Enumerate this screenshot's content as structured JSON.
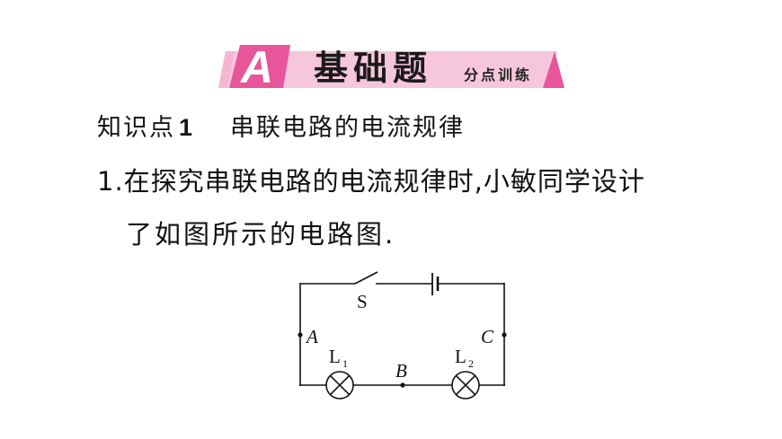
{
  "banner": {
    "letter": "A",
    "title": "基础题",
    "subtitle": "分点训练",
    "colors": {
      "dark_pink": "#e8559a",
      "light_pink": "#f6c6dd",
      "strip_pink": "#f4b6d2"
    }
  },
  "knowledge_point": {
    "label": "知识点",
    "number": "1",
    "title": "串联电路的电流规律"
  },
  "question": {
    "number": "1.",
    "line1": "在探究串联电路的电流规律时,小敏同学设计",
    "line2": "了如图所示的电路图."
  },
  "circuit": {
    "switch_label": "S",
    "point_a": "A",
    "point_b": "B",
    "point_c": "C",
    "lamp1_label": "L",
    "lamp1_sub": "1",
    "lamp2_label": "L",
    "lamp2_sub": "2",
    "components": [
      "switch",
      "battery",
      "lamp-L1",
      "lamp-L2"
    ],
    "icons": {
      "lamp": "circle-with-x",
      "battery": "two-parallel-plates",
      "switch": "open-angled-line"
    }
  }
}
